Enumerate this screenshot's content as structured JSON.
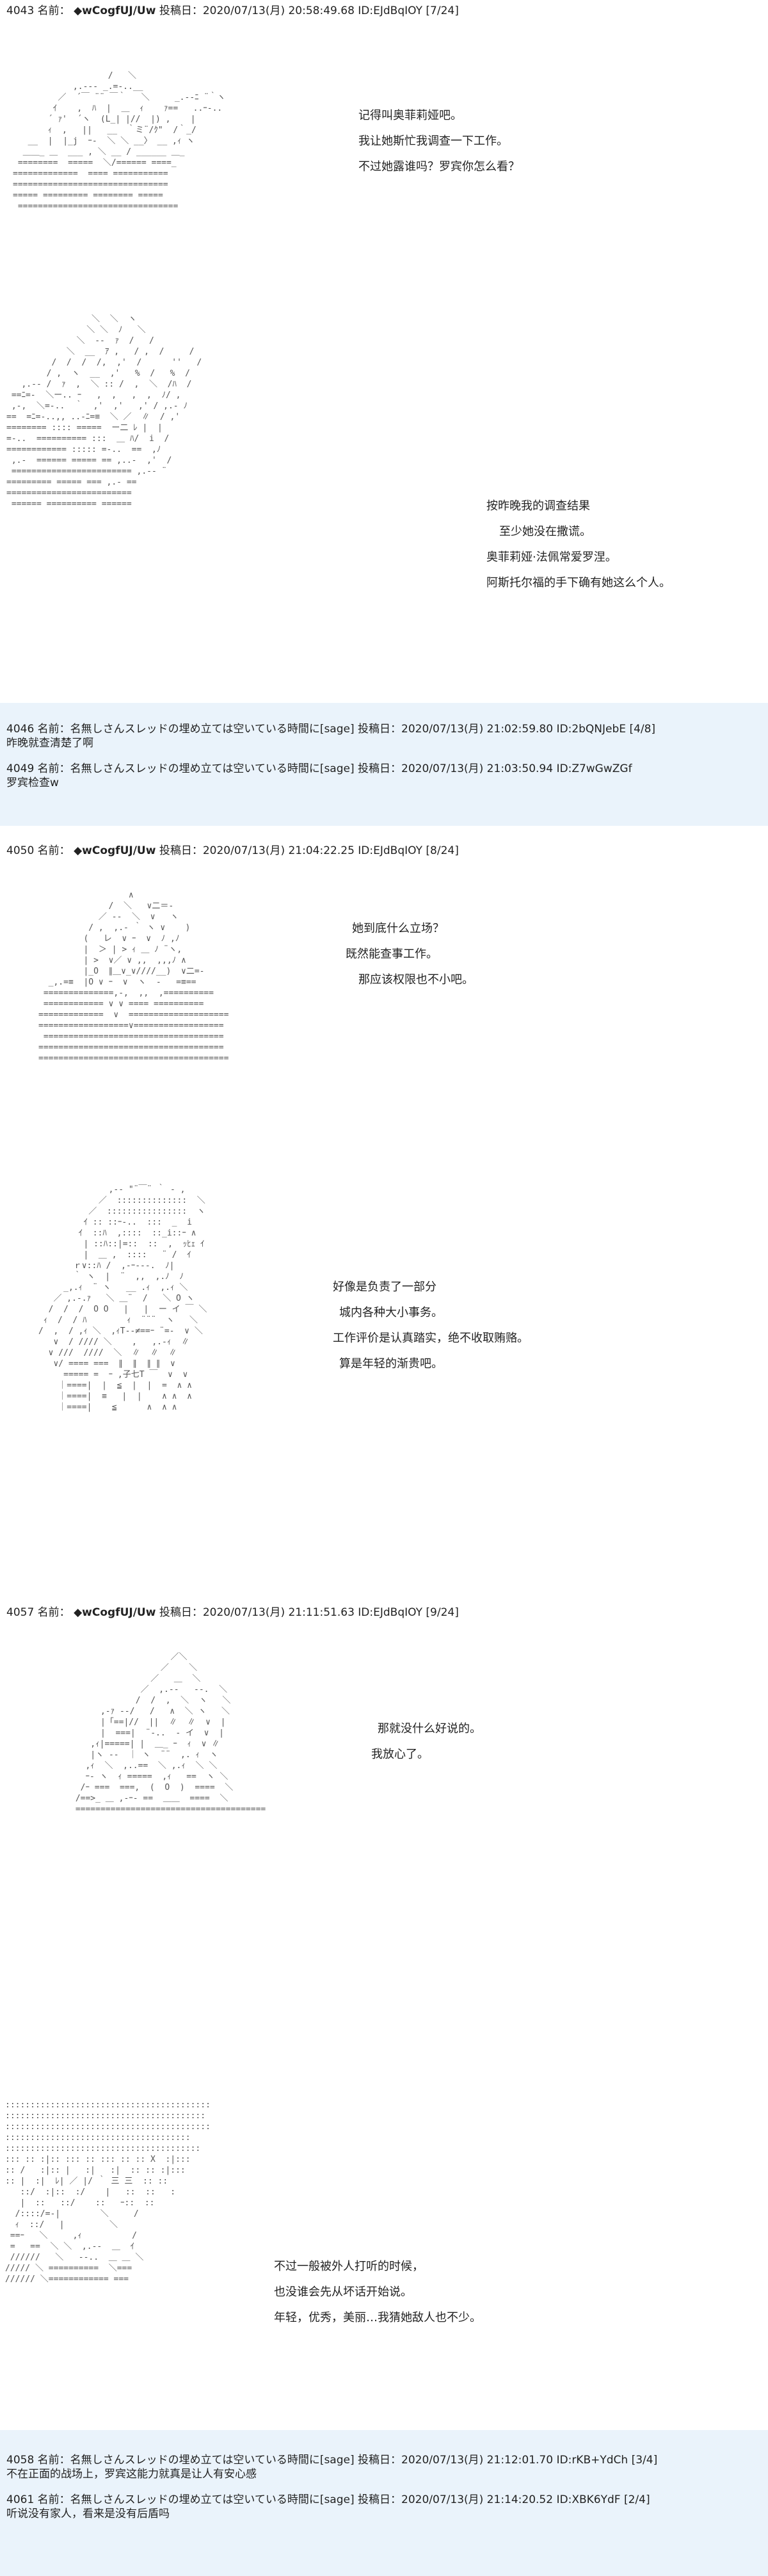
{
  "posts": [
    {
      "type": "main",
      "number": "4043",
      "name_label": "名前：",
      "author": "◆wCogfUJ/Uw",
      "date_label": "投稿日：",
      "timestamp": "2020/07/13(月) 20:58:49.68",
      "id": "ID:EJdBqIOY",
      "page": "[7/24]",
      "scenes": [
        {
          "aa": "                   /   ＼\n            ,.-‐- _.=-..__\n         ／  ´￣ ¨¨ ￣｀   ＼     _.-‐ﾆ ¨｀ヽ\n        ｲ    ,  ﾊ  |  ＿  ｨ    ｧ==   ..ｰ-..\n       ´ ｧ'  ´ヽ  (L_| |//  |) ,    |\n       ｨ  ,   ||   __  ｀ミ¨/ｸ\"  /｀_/\n   __  |  |_j  ｰ-  ＼ ＼ __〉 __ ,ｨ ヽ\n  ＿＿_ ＿  ___ , ＼ __ / ______ ＿_\n ========  =====  ＼/====== ====_\n=============  ==== ===========\n===============================\n===== ========= ======== =====\n ================================",
          "dialog": [
            "记得叫奥菲莉娅吧。",
            "我让她斯忙我调查一下工作。",
            "不过她露谁吗？罗宾你怎么看？"
          ]
        },
        {
          "aa": "                 ＼  ＼  ヽ\n                ＼ ＼  ﾉ   ＼\n              ＼  ‐-  ｧ  /   /\n            ＼  __  ｱ ,   / ,  /     /\n         /  /  /  /,  ,'  /      ''   /\n        / ,  ヽ  __  ,'   %  /   %  /\n   ,.-‐ /  ｧ  ,  ＼ :: /  ,  ＼  /ﾊ  /\n ==ﾆ=-  ＼ー.. ｰ   ,  ,   ,  ,  ﾉ/ ,\n ,-,  ＼=-..  ｀  ,'  ,'   ,' / ,.- ﾉ\n==  =ﾆ=-..,, ..-ﾆ=≡  ＼ ／  ∥  / ,'\n======== :::: =====  ー二 ﾚ |  |\n=-..  ========== :::  ＿ ﾊ/  i  /\n============ ::::: =-..  ==  ,ﾉ\n ,.-  ====== ===== == ,..-  ,'  /\n ======================== ,.-‐ ¨\n========= ===== === ,.- ==\n=========================\n ====== ========== ======",
          "dialog": [
            "按昨晚我的调查结果",
            "至少她没在撒谎。",
            "奥菲莉娅·法佩常爱罗涅。",
            "阿斯托尔福的手下确有她这么个人。"
          ]
        }
      ]
    },
    {
      "type": "side",
      "lines": [
        {
          "number": "4046",
          "name_label": "名前：",
          "author": "名無しさんスレッドの埋め立ては空いている時間に[sage]",
          "date_label": "投稿日：",
          "timestamp": "2020/07/13(月) 21:02:59.80",
          "id": "ID:2bQNJebE",
          "page": "[4/8]",
          "body": "昨晚就查清楚了啊"
        },
        {
          "number": "4049",
          "name_label": "名前：",
          "author": "名無しさんスレッドの埋め立ては空いている時間に[sage]",
          "date_label": "投稿日：",
          "timestamp": "2020/07/13(月) 21:03:50.94",
          "id": "ID:Z7wGwZGf",
          "page": "",
          "body": "罗宾检查w"
        }
      ]
    },
    {
      "type": "main",
      "number": "4050",
      "name_label": "名前：",
      "author": "◆wCogfUJ/Uw",
      "date_label": "投稿日：",
      "timestamp": "2020/07/13(月) 21:04:22.25",
      "id": "ID:EJdBqIOY",
      "page": "[8/24]",
      "scenes": [
        {
          "aa": "                  ∧\n              /  ＼   ∨二＝-\n            ／ ‐-  ＼  ∨   ヽ\n          / ,  ,.- ｀ ヽ ∨    )\n         (   レ  ∨ ｰ  ∨  ﾉ ,ﾉ\n         |  ＞ | > ｨ ＿ ﾉ ¨ヽ,\n         | >  ∨／ ∨ ,,  ,,,ﾉ ∧\n         |_O  ∥＿∨_∨////__)  ∨二=-\n  _,.=≡  |O ∨ ｰ  ∨  ヽ  -   =≡==\n ==============,-,  ,,  ,==========\n ============ ∨ ∨ ==== ==========\n=============  ∨  ====================\n==================∨==================\n ====================================\n=====================================\n======================================",
          "dialog": [
            "她到底什么立场？",
            "既然能查事工作。",
            "那应该权限也不小吧。"
          ]
        },
        {
          "aa": "              ,-‐ \"¨￣¨ ｀ - ,\n            ／  ::::::::::::::  ＼\n          ／  ::::::::::::::::  ヽ\n         ｲ :: ::ｰ-..  :::  _  i\n        ｲ  ::ﾊ  ,::::  ::_i::ｰ ∧\n         | ::ﾊ::|=::  ::  ,  ｯﾋｪ ｲ\n         |  ＿ ,  ::::   ¨ /  ｲ\n       ｒ∨::ﾊ /  ,-ｰ‐--.  ﾉ|\n       ｀ ヽ  |  ¨  ,,  ,.ﾉ  ﾉ\n     _,.ｨ  ¨ ヽ   __ .ｨ  ,.ｨ ＼\n   ／ ,.-.ｧ   ＼ ＿¨  /   ＼ O ヽ\n  /  /  /  O O   |   |  ー イ ￣ ＼\n ｨ  /  / ﾊ        ｨ  ¨¨¨  ヽ   ＼\n/  ,  / ,ｨ ＼  ,ｨT‐‐≠==ｰ ¨=-  ∨ ＼\n   ∨  / //// ＼    ,   ,.-ｨ  ∥\n  ∨ ///  ////  ＼  ∥  ∥  ∥\n   ∨/ ==== ===  ∥  ∥  ∥ ∥  ∨\n     ===== =  ｰ ,子七T ￣  ∨  ∨\n    ｜====|  |  ≦  |  |  =  ∧ ∧\n    ｜====|  ≡   |  |    ∧ ∧  ∧\n    ｜====|    ≦      ∧  ∧ ∧",
          "dialog": [
            "好像是负责了一部分",
            "城内各种大小事务。",
            "工作评价是认真踏实，绝不收取贿赂。",
            "算是年轻的渐贵吧。"
          ]
        }
      ]
    },
    {
      "type": "main",
      "number": "4057",
      "name_label": "名前：",
      "author": "◆wCogfUJ/Uw",
      "date_label": "投稿日：",
      "timestamp": "2020/07/13(月) 21:11:51.63",
      "id": "ID:EJdBqIOY",
      "page": "[9/24]",
      "scenes": [
        {
          "aa": "                    ／＼\n                  ／    ＼\n                ／   ＿  ＼\n              ／  ,.-‐   ‐-.  ＼\n             /  /  ,  ＼  ヽ   ＼\n      ,-ｧ ‐‐/   /   ∧  ＼ ヽ   ＼\n      |「==|//  ||  ∥  ∥  ∨  |\n      |  ===|  ¨‐..  ‐ イ  ∨  |\n    ,ｨ|=====| |  ＿_ ｰ  ｨ  ∨ ∥\n    |ヽ ‐-  ｜ ヽ  ¨¨  ,. ｨ  ヽ\n   ,ｨ  ＼  ,..==  ＼ ,.ｨ  ＼ ＼\n   ｰ‐ ヽ  ｨ =====  ,ｨ   ==  ヽ ＼\n  /ｰ ===  ===,  (  O  )  ====  ＼\n /==>_ ＿ ,-ｰ‐ ==  ＿＿  ====  ＼\n ======================================",
          "dialog": [
            "那就没什么好说的。",
            "我放心了。"
          ]
        },
        {
          "aa": ":::::::::::::::::::::::::::::::::::::::::\n::::::::::::::::::::::::::::::::::::::::\n:::::::::::::::::::::::::::::::::::::::::\n:::::::::::::::::::::::::::::::::::::\n:::::::::::::::::::::::::::::::::::::::\n::: :: :|:: ::: :: ::: :: :: X  :|:::\n:: /   :|:: |   :|   :|  :: :: :|:::\n:: |  :|  ﾚ| ／ |/ ｀ 三 三  :: ::\n   ::/  :|::  :/    |   ::  ::   :\n   |  ::   ::/    ::   ｰ::  ::\n  /::::/=-|        ＼     /\n  ｨ  ::/   |         ＼\n ==ｰ   ＼     ,ｨ          /\n =   ==  ＼ ＼  ,.-‐  ＿  ｲ\n //////   ＼   ‐-..  ＿ ＿ ＼\n///// ＼ ==========  ＼===\n////// ＼============ ===",
          "dialog": [
            "不过一般被外人打听的时候，",
            "也没谁会先从坏话开始说。",
            "年轻，优秀，美丽…我猜她敌人也不少。"
          ]
        }
      ]
    },
    {
      "type": "side",
      "lines": [
        {
          "number": "4058",
          "name_label": "名前：",
          "author": "名無しさんスレッドの埋め立ては空いている時間に[sage]",
          "date_label": "投稿日：",
          "timestamp": "2020/07/13(月) 21:12:01.70",
          "id": "ID:rKB+YdCh",
          "page": "[3/4]",
          "body": "不在正面的战场上，罗宾这能力就真是让人有安心感"
        },
        {
          "number": "4061",
          "name_label": "名前：",
          "author": "名無しさんスレッドの埋め立ては空いている時間に[sage]",
          "date_label": "投稿日：",
          "timestamp": "2020/07/13(月) 21:14:20.52",
          "id": "ID:XBK6YdF",
          "page": "[2/4]",
          "body": "听说没有家人，看来是没有后盾吗"
        }
      ]
    }
  ]
}
